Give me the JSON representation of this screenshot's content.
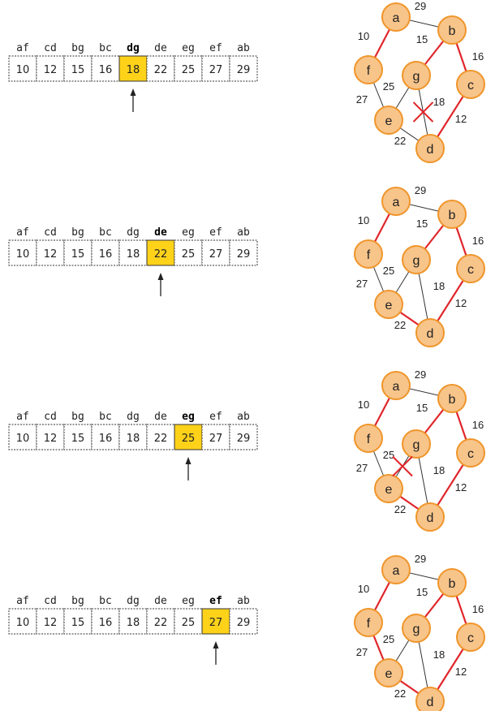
{
  "nodes": [
    {
      "id": "a",
      "label": "a"
    },
    {
      "id": "b",
      "label": "b"
    },
    {
      "id": "c",
      "label": "c"
    },
    {
      "id": "d",
      "label": "d"
    },
    {
      "id": "e",
      "label": "e"
    },
    {
      "id": "f",
      "label": "f"
    },
    {
      "id": "g",
      "label": "g"
    }
  ],
  "colors": {
    "highlight_cell": "#ffd21a",
    "tree_edge": "#e0262b",
    "plain_edge": "#333333",
    "reject_mark": "#e0262b",
    "node_fill": "#f7c48a",
    "node_stroke": "#f0952a"
  },
  "steps": [
    {
      "headers": [
        "af",
        "cd",
        "bg",
        "bc",
        "dg",
        "de",
        "eg",
        "ef",
        "ab"
      ],
      "values": [
        "10",
        "12",
        "15",
        "16",
        "18",
        "22",
        "25",
        "27",
        "29"
      ],
      "current_index": 4,
      "edges": [
        {
          "u": "a",
          "v": "b",
          "weight": "29",
          "state": "plain"
        },
        {
          "u": "a",
          "v": "f",
          "weight": "10",
          "state": "tree"
        },
        {
          "u": "b",
          "v": "g",
          "weight": "15",
          "state": "tree"
        },
        {
          "u": "b",
          "v": "c",
          "weight": "16",
          "state": "tree"
        },
        {
          "u": "f",
          "v": "e",
          "weight": "27",
          "state": "plain"
        },
        {
          "u": "g",
          "v": "e",
          "weight": "25",
          "state": "plain"
        },
        {
          "u": "g",
          "v": "d",
          "weight": "18",
          "state": "rejected"
        },
        {
          "u": "c",
          "v": "d",
          "weight": "12",
          "state": "tree"
        },
        {
          "u": "e",
          "v": "d",
          "weight": "22",
          "state": "plain"
        }
      ]
    },
    {
      "headers": [
        "af",
        "cd",
        "bg",
        "bc",
        "dg",
        "de",
        "eg",
        "ef",
        "ab"
      ],
      "values": [
        "10",
        "12",
        "15",
        "16",
        "18",
        "22",
        "25",
        "27",
        "29"
      ],
      "current_index": 5,
      "edges": [
        {
          "u": "a",
          "v": "b",
          "weight": "29",
          "state": "plain"
        },
        {
          "u": "a",
          "v": "f",
          "weight": "10",
          "state": "tree"
        },
        {
          "u": "b",
          "v": "g",
          "weight": "15",
          "state": "tree"
        },
        {
          "u": "b",
          "v": "c",
          "weight": "16",
          "state": "tree"
        },
        {
          "u": "f",
          "v": "e",
          "weight": "27",
          "state": "plain"
        },
        {
          "u": "g",
          "v": "e",
          "weight": "25",
          "state": "plain"
        },
        {
          "u": "g",
          "v": "d",
          "weight": "18",
          "state": "plain"
        },
        {
          "u": "c",
          "v": "d",
          "weight": "12",
          "state": "tree"
        },
        {
          "u": "e",
          "v": "d",
          "weight": "22",
          "state": "tree"
        }
      ]
    },
    {
      "headers": [
        "af",
        "cd",
        "bg",
        "bc",
        "dg",
        "de",
        "eg",
        "ef",
        "ab"
      ],
      "values": [
        "10",
        "12",
        "15",
        "16",
        "18",
        "22",
        "25",
        "27",
        "29"
      ],
      "current_index": 6,
      "edges": [
        {
          "u": "a",
          "v": "b",
          "weight": "29",
          "state": "plain"
        },
        {
          "u": "a",
          "v": "f",
          "weight": "10",
          "state": "tree"
        },
        {
          "u": "b",
          "v": "g",
          "weight": "15",
          "state": "tree"
        },
        {
          "u": "b",
          "v": "c",
          "weight": "16",
          "state": "tree"
        },
        {
          "u": "f",
          "v": "e",
          "weight": "27",
          "state": "plain"
        },
        {
          "u": "g",
          "v": "e",
          "weight": "25",
          "state": "rejected"
        },
        {
          "u": "g",
          "v": "d",
          "weight": "18",
          "state": "plain"
        },
        {
          "u": "c",
          "v": "d",
          "weight": "12",
          "state": "tree"
        },
        {
          "u": "e",
          "v": "d",
          "weight": "22",
          "state": "tree"
        }
      ]
    },
    {
      "headers": [
        "af",
        "cd",
        "bg",
        "bc",
        "dg",
        "de",
        "eg",
        "ef",
        "ab"
      ],
      "values": [
        "10",
        "12",
        "15",
        "16",
        "18",
        "22",
        "25",
        "27",
        "29"
      ],
      "current_index": 7,
      "edges": [
        {
          "u": "a",
          "v": "b",
          "weight": "29",
          "state": "plain"
        },
        {
          "u": "a",
          "v": "f",
          "weight": "10",
          "state": "tree"
        },
        {
          "u": "b",
          "v": "g",
          "weight": "15",
          "state": "tree"
        },
        {
          "u": "b",
          "v": "c",
          "weight": "16",
          "state": "tree"
        },
        {
          "u": "f",
          "v": "e",
          "weight": "27",
          "state": "tree"
        },
        {
          "u": "g",
          "v": "e",
          "weight": "25",
          "state": "plain"
        },
        {
          "u": "g",
          "v": "d",
          "weight": "18",
          "state": "plain"
        },
        {
          "u": "c",
          "v": "d",
          "weight": "12",
          "state": "tree"
        },
        {
          "u": "e",
          "v": "d",
          "weight": "22",
          "state": "tree"
        }
      ]
    }
  ]
}
